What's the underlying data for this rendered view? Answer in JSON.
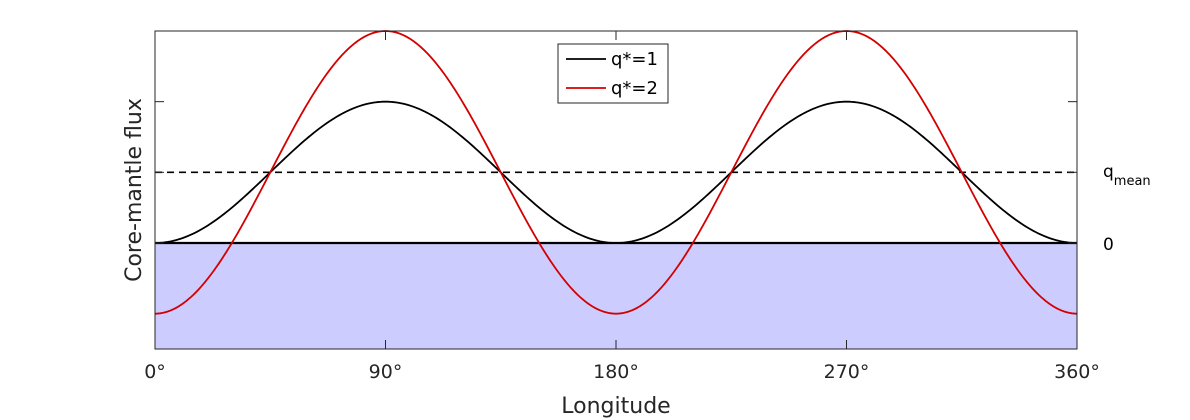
{
  "chart_data": {
    "type": "line",
    "xlabel": "Longitude",
    "ylabel": "Core-mantle flux",
    "xlim": [
      0,
      360
    ],
    "ylim": [
      -1.5,
      3
    ],
    "x_ticks": [
      0,
      90,
      180,
      270,
      360
    ],
    "x_tick_labels": [
      "0°",
      "90°",
      "180°",
      "270°",
      "360°"
    ],
    "y_ticks": [
      0,
      1,
      2
    ],
    "grid": false,
    "legend_position": "top-center",
    "series": [
      {
        "name": "q*=1",
        "color": "#000000",
        "formula": "1 - cos(2*longitude)",
        "x": [
          0,
          45,
          90,
          135,
          180,
          225,
          270,
          315,
          360
        ],
        "y": [
          0,
          1,
          2,
          1,
          0,
          1,
          2,
          1,
          0
        ]
      },
      {
        "name": "q*=2",
        "color": "#d40000",
        "formula": "1 - 2*cos(2*longitude)",
        "x": [
          0,
          45,
          90,
          135,
          180,
          225,
          270,
          315,
          360
        ],
        "y": [
          -1,
          1,
          3,
          1,
          -1,
          1,
          3,
          1,
          -1
        ]
      }
    ],
    "reference_lines": [
      {
        "label_main": "q",
        "label_sub": "mean",
        "y": 1,
        "style": "dashed",
        "color": "#000000"
      },
      {
        "label": "0",
        "y": 0,
        "style": "solid",
        "color": "#000000"
      }
    ],
    "shaded_region": {
      "y_from": -1.5,
      "y_to": 0,
      "color": "#ccccff"
    }
  }
}
